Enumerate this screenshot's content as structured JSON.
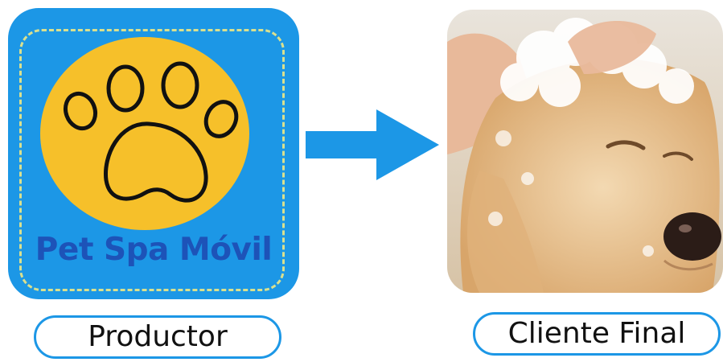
{
  "producer": {
    "brand_name": "Pet Spa Móvil",
    "tile_color": "#1c97e6",
    "circle_color": "#f6c02a",
    "brand_text_color": "#1d53b8",
    "icon": "paw-print-icon",
    "label": "Productor"
  },
  "flow": {
    "icon": "right-arrow-icon",
    "color": "#1c97e6"
  },
  "consumer": {
    "image": "dog-bath-photo",
    "label": "Cliente Final"
  },
  "label_border_color": "#1c97e6"
}
